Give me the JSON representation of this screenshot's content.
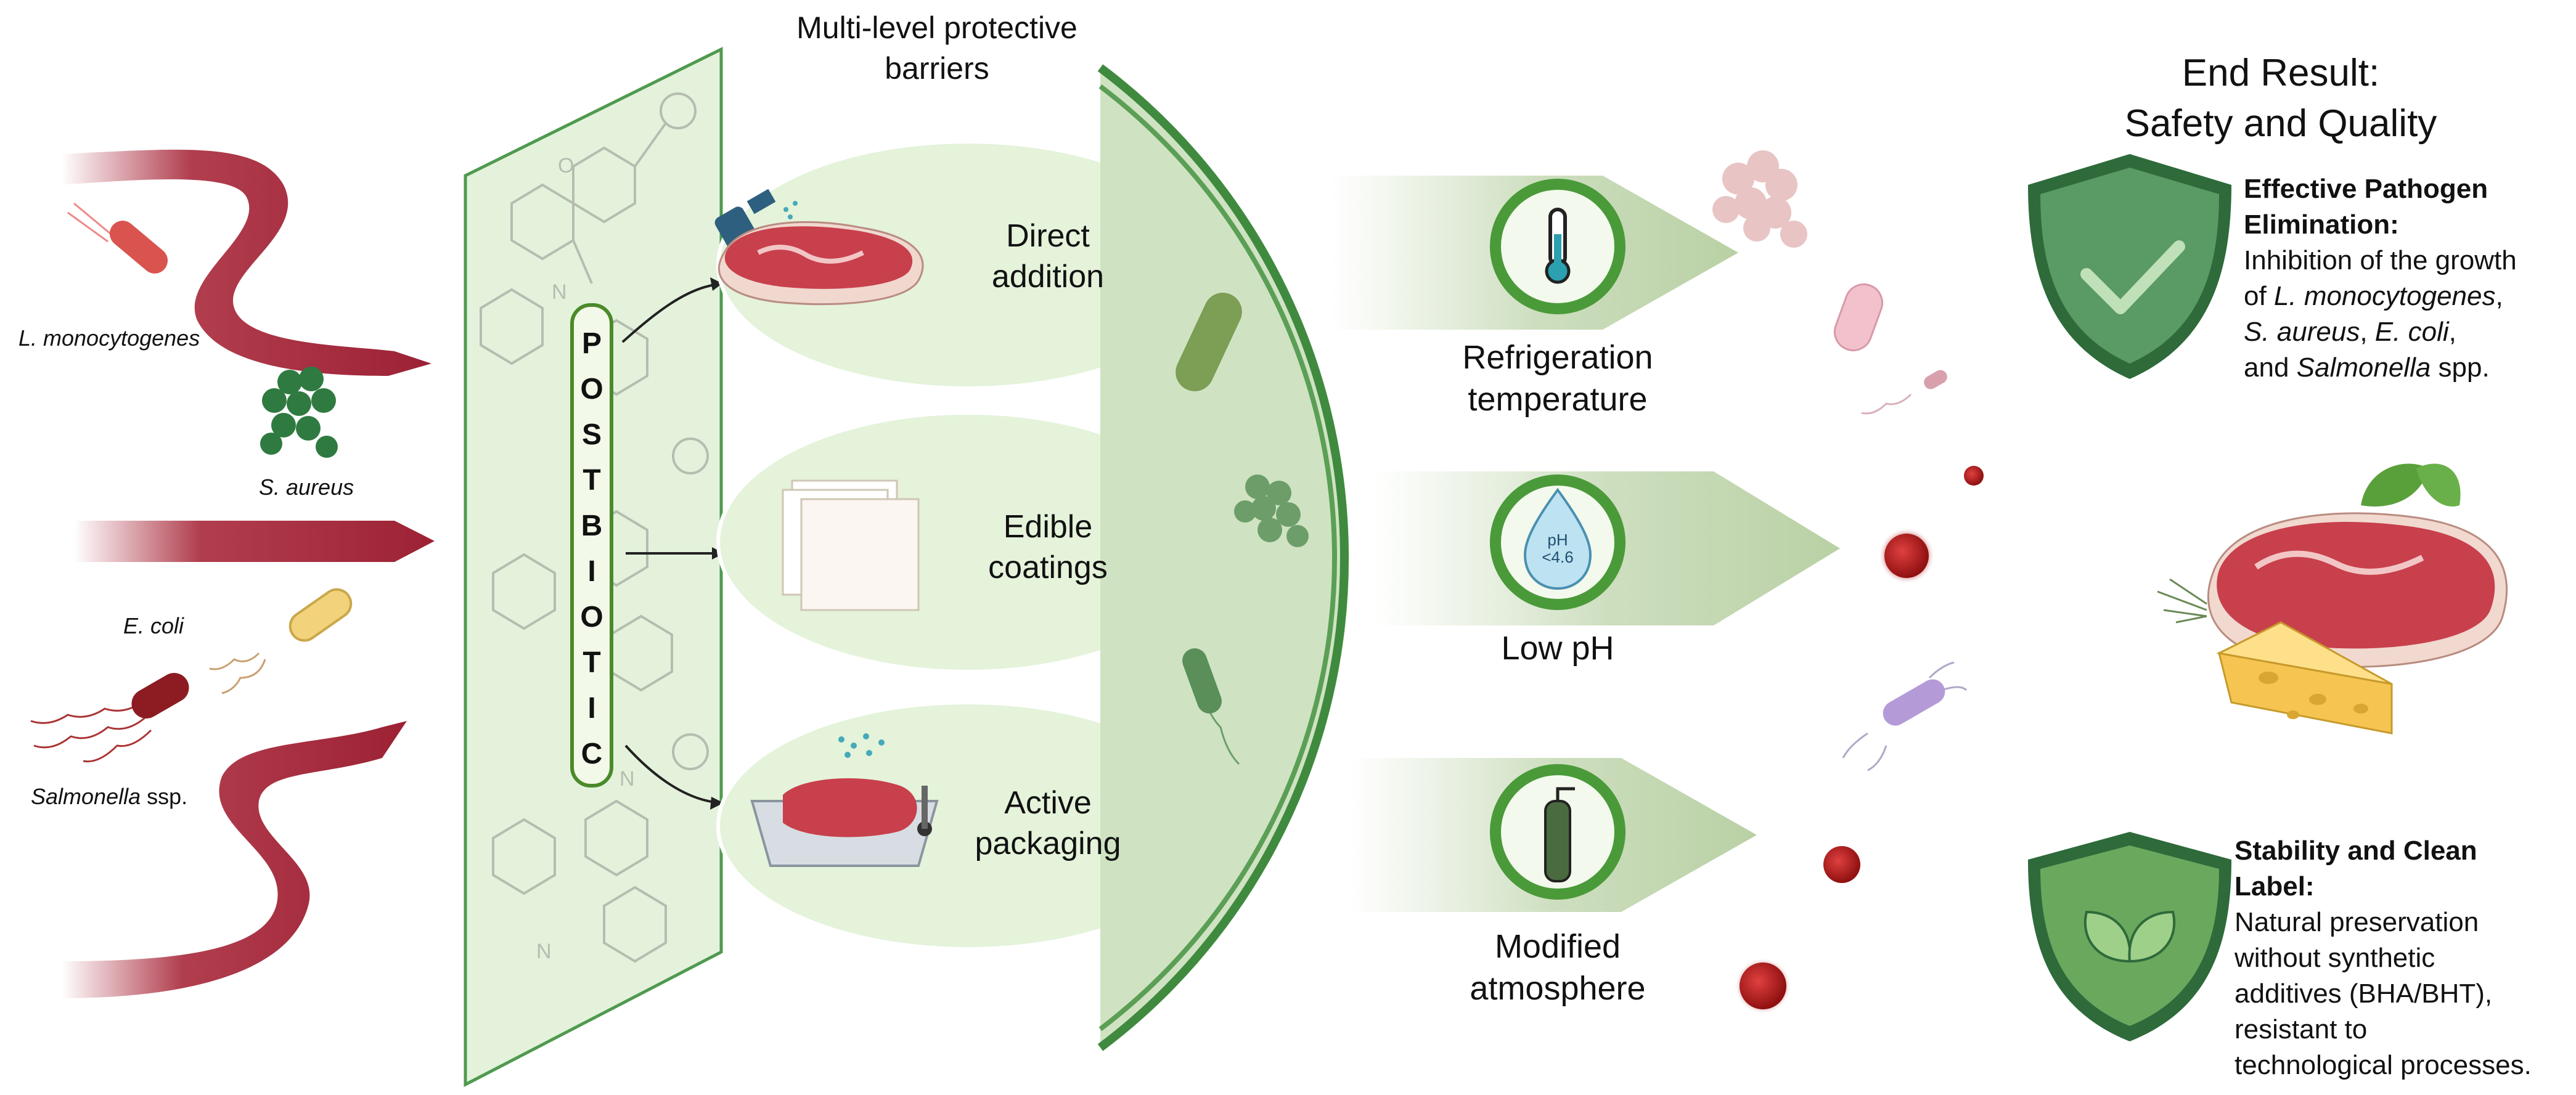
{
  "pathogens": {
    "listeria": "L. monocytogenes",
    "staph": "S. aureus",
    "ecoli": "E. coli",
    "salmonella_italic": "Salmonella",
    "salmonella_suffix": " ssp."
  },
  "barrier": {
    "title_line1": "Multi-level protective",
    "title_line2": "barriers",
    "postbiotic_letters": [
      "P",
      "O",
      "S",
      "T",
      "B",
      "I",
      "O",
      "T",
      "I",
      "C"
    ]
  },
  "methods": [
    {
      "line1": "Direct",
      "line2": "addition"
    },
    {
      "line1": "Edible",
      "line2": "coatings"
    },
    {
      "line1": "Active",
      "line2": "packaging"
    }
  ],
  "hurdles": [
    {
      "line1": "Refrigeration",
      "line2": "temperature",
      "icon": "thermometer-icon"
    },
    {
      "line1": "Low pH",
      "line2": "",
      "icon": "ph-drop-icon",
      "badge_line1": "pH",
      "badge_line2": "<4.6"
    },
    {
      "line1": "Modified",
      "line2": "atmosphere",
      "icon": "gas-cylinder-icon"
    }
  ],
  "result": {
    "title_line1": "End Result:",
    "title_line2": "Safety and Quality",
    "box1": {
      "heading_line1": "Effective Pathogen",
      "heading_line2": "Elimination:",
      "l1": "Inhibition of the growth",
      "l2_pre": "of ",
      "l2_it": "L. monocytogenes",
      "l2_post": ",",
      "l3_it1": "S. aureus",
      "l3_mid": ", ",
      "l3_it2": "E. coli",
      "l3_post": ",",
      "l4_pre": "and ",
      "l4_it": "Salmonella",
      "l4_post": " spp."
    },
    "box2": {
      "heading_line1": "Stability and Clean",
      "heading_line2": "Label:",
      "l1": "Natural preservation",
      "l2": "without synthetic",
      "l3": "additives (BHA/BHT),",
      "l4": "resistant to",
      "l5": "technological processes."
    }
  },
  "colors": {
    "ribbon": "#a8283a",
    "panel": "#e6f2df",
    "dark_green": "#3f7d3c",
    "shield": "#4f8f55",
    "meat": "#c8404c"
  }
}
